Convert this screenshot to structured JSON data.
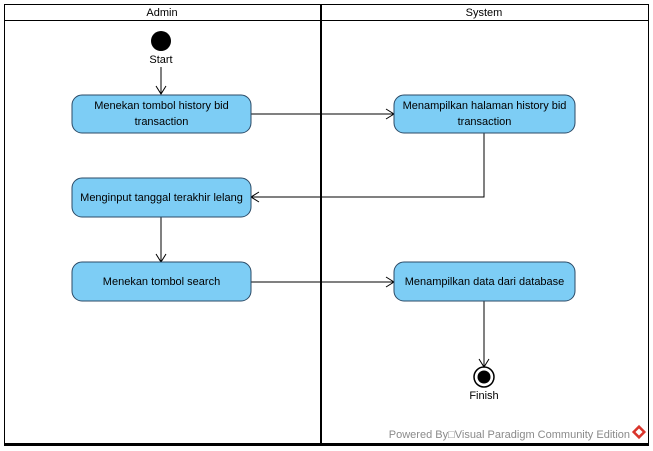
{
  "swimlanes": [
    {
      "id": "admin",
      "title": "Admin"
    },
    {
      "id": "system",
      "title": "System"
    }
  ],
  "start": {
    "label": "Start"
  },
  "finish": {
    "label": "Finish"
  },
  "activities": [
    {
      "id": "a1",
      "lines": [
        "Menekan tombol history bid",
        "transaction"
      ]
    },
    {
      "id": "a2",
      "lines": [
        "Menampilkan halaman history bid",
        "transaction"
      ]
    },
    {
      "id": "a3",
      "lines": [
        "Menginput tanggal terakhir lelang"
      ]
    },
    {
      "id": "a4",
      "lines": [
        "Menekan tombol search"
      ]
    },
    {
      "id": "a5",
      "lines": [
        "Menampilkan data dari database"
      ]
    }
  ],
  "watermark": {
    "text": "Powered By□Visual Paradigm Community Edition"
  },
  "colors": {
    "activity_fill": "#7dcdf5",
    "activity_stroke": "#2b4a66",
    "line": "#000000",
    "watermark_text": "#8a8a8a",
    "logo_red": "#d9342b"
  }
}
